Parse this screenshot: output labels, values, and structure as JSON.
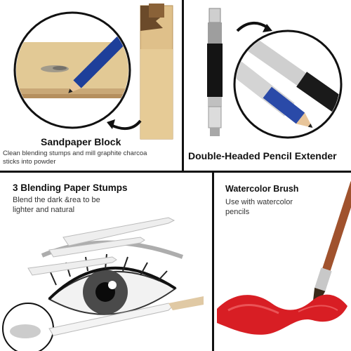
{
  "panels": {
    "sandpaper": {
      "title": "Sandpaper Block",
      "desc_line1": "Clean blending stumps and mill graphite charcoa",
      "desc_line2": "sticks into powder"
    },
    "extender": {
      "title": "Double-Headed Pencil Extender"
    },
    "stumps": {
      "title": "3 Blending Paper Stumps",
      "desc_line1": "Blend the dark &rea to be",
      "desc_line2": "lighter and natural"
    },
    "brush": {
      "title": "Watercolor Brush",
      "desc_line1": "Use with watercolor",
      "desc_line2": "pencils"
    }
  },
  "colors": {
    "divider": "#111111",
    "sandpaper": "#d9b27a",
    "paint_red": "#d81e24",
    "brush_handle": "#a0522d"
  }
}
